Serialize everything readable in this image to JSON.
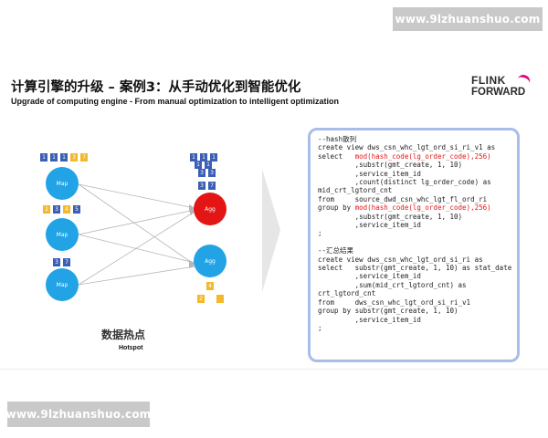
{
  "watermark": {
    "top": "www.9lzhuanshuo.com",
    "bottom": "www.9lzhuanshuo.com"
  },
  "title": "计算引擎的升级 – 案例3：从手动优化到智能优化",
  "subtitle": "Upgrade of computing engine - From manual optimization to intelligent optimization",
  "logo": {
    "line1": "FLINK",
    "line2": "FORWARD",
    "brand_accent": "#e4007f"
  },
  "diagram": {
    "map_label": "Map",
    "agg_label": "Agg",
    "caption_cn": "数据热点",
    "caption_en": "Hotspot",
    "colors": {
      "blue_square": "#3b5fb4",
      "yellow_square": "#f3b92a",
      "map_node": "#21a3e6",
      "hot_agg": "#e31515",
      "normal_agg": "#21a3e6"
    },
    "map1_squares": [
      "1",
      "1",
      "1",
      "3",
      "7"
    ],
    "map2_squares": [
      "2",
      "3",
      "4",
      "5"
    ],
    "map3_squares": [
      "3",
      "7"
    ],
    "agg1_squares": [
      "1",
      "1",
      "1",
      "1",
      "1",
      "3",
      "3",
      "3",
      "7"
    ],
    "agg2_squares": [
      "4",
      "2"
    ]
  },
  "code": {
    "lines": [
      [
        {
          "t": "--hash散列"
        }
      ],
      [
        {
          "t": "create view dws_csn_whc_lgt_ord_si_ri_v1 as"
        }
      ],
      [
        {
          "t": "select   "
        },
        {
          "t": "mod(hash_code(lg_order_code),256)",
          "red": true
        }
      ],
      [
        {
          "t": "         ,substr(gmt_create, 1, 10)"
        }
      ],
      [
        {
          "t": "         ,service_item_id"
        }
      ],
      [
        {
          "t": "         ,count(distinct lg_order_code) as"
        }
      ],
      [
        {
          "t": "mid_crt_lgtord_cnt"
        }
      ],
      [
        {
          "t": "from     source_dwd_csn_whc_lgt_fl_ord_ri"
        }
      ],
      [
        {
          "t": "group by "
        },
        {
          "t": "mod(hash_code(lg_order_code),256)",
          "red": true
        }
      ],
      [
        {
          "t": "         ,substr(gmt_create, 1, 10)"
        }
      ],
      [
        {
          "t": "         ,service_item_id"
        }
      ],
      [
        {
          "t": ";"
        }
      ],
      [],
      [
        {
          "t": "--汇总结果"
        }
      ],
      [
        {
          "t": "create view dws_csn_whc_lgt_ord_si_ri as"
        }
      ],
      [
        {
          "t": "select   substr(gmt_create, 1, 10) as stat_date"
        }
      ],
      [
        {
          "t": "         ,service_item_id"
        }
      ],
      [
        {
          "t": "         ,sum(mid_crt_lgtord_cnt) as"
        }
      ],
      [
        {
          "t": "crt_lgtord_cnt"
        }
      ],
      [
        {
          "t": "from     dws_csn_whc_lgt_ord_si_ri_v1"
        }
      ],
      [
        {
          "t": "group by substr(gmt_create, 1, 10)"
        }
      ],
      [
        {
          "t": "         ,service_item_id"
        }
      ],
      [
        {
          "t": ";"
        }
      ]
    ]
  }
}
